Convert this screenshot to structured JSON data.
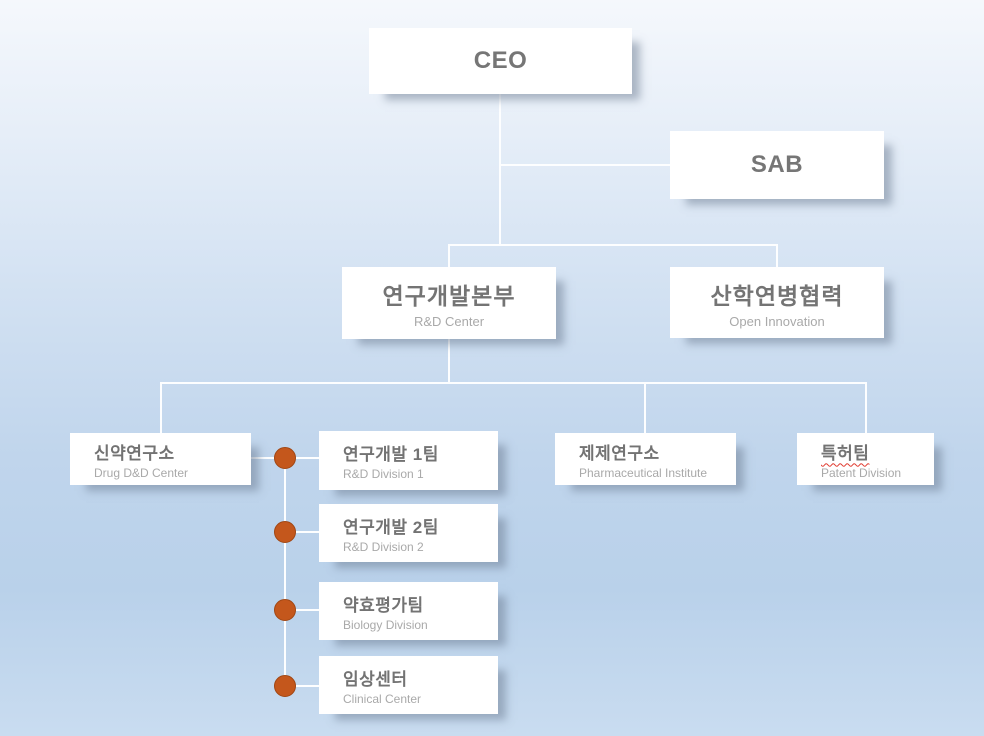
{
  "colors": {
    "accent_dot": "#c4571c",
    "connector": "#fdfeff",
    "title_text": "#737373",
    "subtitle_text": "#a9a9a9",
    "spellcheck_underline": "#e0392e"
  },
  "nodes": {
    "ceo": {
      "title": "CEO"
    },
    "sab": {
      "title": "SAB"
    },
    "rnd_center": {
      "title": "연구개발본부",
      "subtitle": "R&D Center"
    },
    "open_innovation": {
      "title": "산학연병협력",
      "subtitle": "Open Innovation"
    },
    "drug_ddc": {
      "title": "신약연구소",
      "subtitle": "Drug D&D Center"
    },
    "rnd_div1": {
      "title": "연구개발 1팀",
      "subtitle": "R&D Division 1"
    },
    "rnd_div2": {
      "title": "연구개발 2팀",
      "subtitle": "R&D Division 2"
    },
    "biology": {
      "title": "약효평가팀",
      "subtitle": "Biology Division"
    },
    "clinical": {
      "title": "임상센터",
      "subtitle": "Clinical Center"
    },
    "pharm_institute": {
      "title": "제제연구소",
      "subtitle": "Pharmaceutical Institute"
    },
    "patent": {
      "title": "특허팀",
      "subtitle": "Patent Division"
    }
  }
}
